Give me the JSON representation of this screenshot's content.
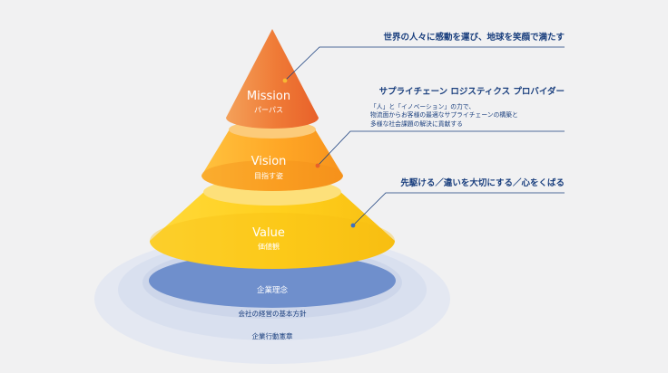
{
  "tiers": [
    {
      "title": "Mission",
      "subtitle": "パーパス",
      "color_top": "#f08a3c",
      "color_bottom": "#e8602a"
    },
    {
      "title": "Vision",
      "subtitle": "目指す姿",
      "color_top": "#ffb224",
      "color_bottom": "#f7961c"
    },
    {
      "title": "Value",
      "subtitle": "価値観",
      "color_top": "#ffd21f",
      "color_bottom": "#fbbf14"
    }
  ],
  "callouts": [
    {
      "heading": "世界の人々に感動を運び、地球を笑顔で満たす",
      "lines": []
    },
    {
      "heading": "サプライチェーン ロジスティクス プロバイダー",
      "lines": [
        "「人」と「イノベーション」の力で、",
        "物流面からお客様の最適なサプライチェーンの構築と",
        "多様な社会課題の解決に貢献する"
      ]
    },
    {
      "heading": "先駆ける／違いを大切にする／心をくばる",
      "lines": []
    }
  ],
  "base": {
    "philosophy": "企業理念",
    "policy": "会社の経営の基本方針",
    "charter": "企業行動憲章"
  },
  "colors": {
    "accent_navy": "#1a3f7e",
    "base_blue": "#6f8fcc",
    "leader_line": "#1a3f7e"
  }
}
